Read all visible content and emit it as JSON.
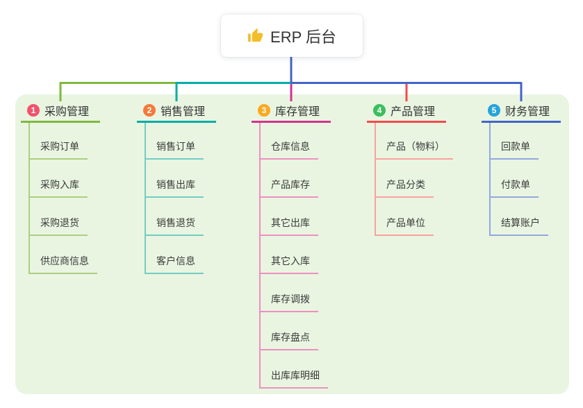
{
  "root": {
    "label": "ERP 后台",
    "icon": "thumbs-up-icon",
    "icon_color": "#F3BE2B"
  },
  "branches": [
    {
      "index": "1",
      "label": "采购管理",
      "badge_color": "#F0536B",
      "line_color": "#7CB93E",
      "sub_line_color": "#AACF7F",
      "items": [
        "采购订单",
        "采购入库",
        "采购退货",
        "供应商信息"
      ]
    },
    {
      "index": "2",
      "label": "销售管理",
      "badge_color": "#F6793B",
      "line_color": "#00ADA4",
      "sub_line_color": "#72CCC4",
      "items": [
        "销售订单",
        "销售出库",
        "销售退货",
        "客户信息"
      ]
    },
    {
      "index": "3",
      "label": "库存管理",
      "badge_color": "#FBA81F",
      "line_color": "#D23290",
      "sub_line_color": "#EE8FC0",
      "items": [
        "仓库信息",
        "产品库存",
        "其它出库",
        "其它入库",
        "库存调拨",
        "库存盘点",
        "出库库明细"
      ]
    },
    {
      "index": "4",
      "label": "产品管理",
      "badge_color": "#3CBE5E",
      "line_color": "#F4494E",
      "sub_line_color": "#F9A19F",
      "items": [
        "产品（物料）",
        "产品分类",
        "产品单位"
      ]
    },
    {
      "index": "5",
      "label": "财务管理",
      "badge_color": "#25A4DB",
      "line_color": "#4263C7",
      "sub_line_color": "#93A7DD",
      "items": [
        "回款单",
        "付款单",
        "结算账户"
      ]
    }
  ],
  "colors": {
    "panel_bg": "#E9F5E1",
    "root_stem": "#4263C7",
    "text": "#333333"
  }
}
